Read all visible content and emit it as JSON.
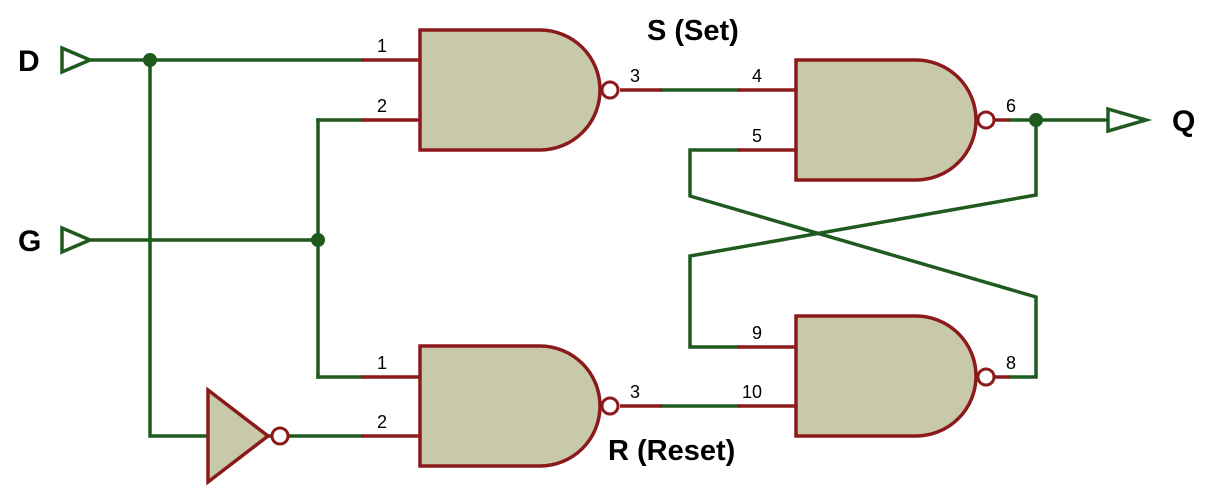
{
  "inputs": {
    "d": "D",
    "g": "G"
  },
  "output": {
    "q": "Q"
  },
  "signals": {
    "set": "S (Set)",
    "reset": "R (Reset)"
  },
  "gates": {
    "nand_top": {
      "in1": "1",
      "in2": "2",
      "out": "3"
    },
    "nand_bottom": {
      "in1": "1",
      "in2": "2",
      "out": "3"
    },
    "latch_top": {
      "in1": "4",
      "in2": "5",
      "out": "6"
    },
    "latch_bottom": {
      "in1": "9",
      "in2": "10",
      "out": "8"
    }
  },
  "colors": {
    "wire": "#1f5a1f",
    "gate_outline": "#8b1a1a",
    "gate_fill": "#c8c8aa"
  }
}
